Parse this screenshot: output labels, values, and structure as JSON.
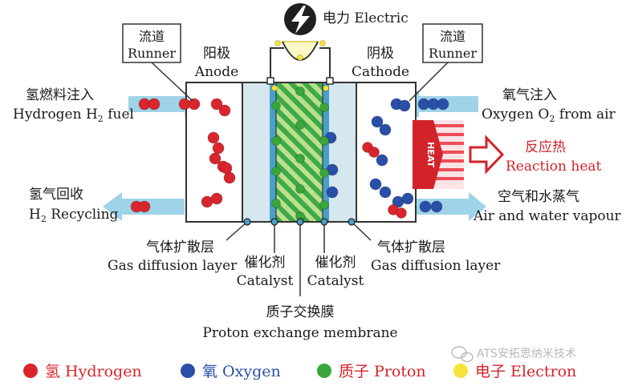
{
  "power": {
    "label": "电力 Electric"
  },
  "runner_left": {
    "cn": "流道",
    "en": "Runner"
  },
  "runner_right": {
    "cn": "流道",
    "en": "Runner"
  },
  "anode": {
    "cn": "阳极",
    "en": "Anode"
  },
  "cathode": {
    "cn": "阴极",
    "en": "Cathode"
  },
  "h2_in": {
    "cn": "氢燃料注入",
    "en_pre": "Hydrogen H",
    "sub": "2",
    "en_post": " fuel"
  },
  "h2_out": {
    "cn": "氢气回收",
    "en_pre": "H",
    "sub": "2",
    "en_post": " Recycling"
  },
  "o2_in": {
    "cn": "氧气注入",
    "en_pre": "Oxygen O",
    "sub": "2",
    "en_post": " from air"
  },
  "air_out": {
    "cn": "空气和水蒸气",
    "en": "Air and water vapour"
  },
  "heat": {
    "badge": "HEAT",
    "cn": "反应热",
    "en": "Reaction heat"
  },
  "gdl_left": {
    "cn": "气体扩散层",
    "en": "Gas diffusion layer"
  },
  "gdl_right": {
    "cn": "气体扩散层",
    "en": "Gas diffusion layer"
  },
  "catalyst_left": {
    "cn": "催化剂",
    "en": "Catalyst"
  },
  "catalyst_right": {
    "cn": "催化剂",
    "en": "Catalyst"
  },
  "membrane": {
    "cn": "质子交换膜",
    "en": "Proton exchange membrane"
  },
  "legend": [
    {
      "label": "氢 Hydrogen",
      "color": "#d9262c"
    },
    {
      "label": "氧 Oxygen",
      "color": "#2a4fa8"
    },
    {
      "label": "质子 Proton",
      "color": "#3aa63a"
    },
    {
      "label": "电子 Electron",
      "color": "#f4e43a"
    }
  ],
  "watermark": "ATS安拓思纳米技术",
  "colors": {
    "hydrogen": "#d9262c",
    "oxygen": "#2a4fa8",
    "proton": "#3aa63a",
    "electron": "#f4e43a",
    "pipe": "#9fd4e8",
    "highlight": "#d3232a"
  }
}
